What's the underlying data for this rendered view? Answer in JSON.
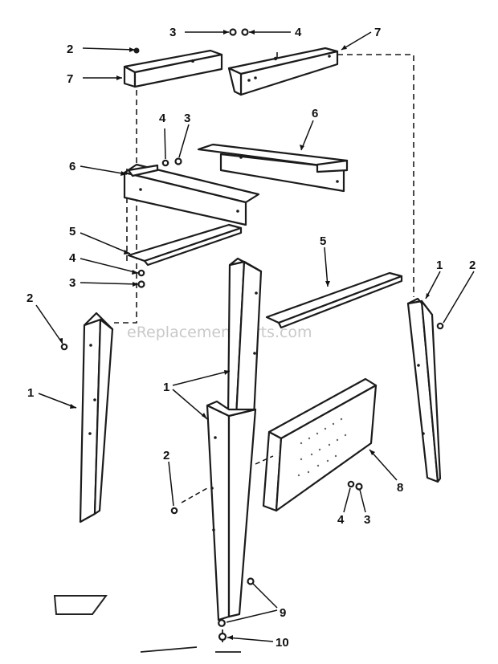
{
  "watermark": "eReplacementParts.com",
  "callouts": {
    "c1": "3",
    "c2": "4",
    "c3": "7",
    "c4": "2",
    "c5": "7",
    "c6": "4",
    "c7": "3",
    "c8": "6",
    "c9": "6",
    "c10": "5",
    "c11": "4",
    "c12": "3",
    "c13": "5",
    "c14": "1",
    "c15": "2",
    "c16": "2",
    "c17": "1",
    "c18": "1",
    "c19": "2",
    "c20": "8",
    "c21": "4",
    "c22": "3",
    "c23": "9",
    "c24": "10"
  }
}
